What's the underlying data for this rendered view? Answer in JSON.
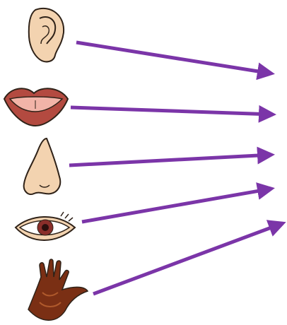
{
  "sense_items": [
    {
      "organ": "ear",
      "icon": "ear-icon",
      "target": "arrow-target-1"
    },
    {
      "organ": "mouth",
      "icon": "mouth-icon",
      "target": "arrow-target-2"
    },
    {
      "organ": "nose",
      "icon": "nose-icon",
      "target": "arrow-target-3"
    },
    {
      "organ": "eye",
      "icon": "eye-icon",
      "target": "arrow-target-4"
    },
    {
      "organ": "hand",
      "icon": "hand-icon",
      "target": "arrow-target-5"
    }
  ],
  "colors": {
    "arrow": "#7b35a8",
    "skin": "#f3d3b0",
    "skin_outline": "#2f2218",
    "lips": "#b34a40",
    "tongue": "#f2b4a8",
    "iris": "#8a2e2a",
    "hand": "#7a2f14",
    "hand_palm": "#b05a2c"
  }
}
